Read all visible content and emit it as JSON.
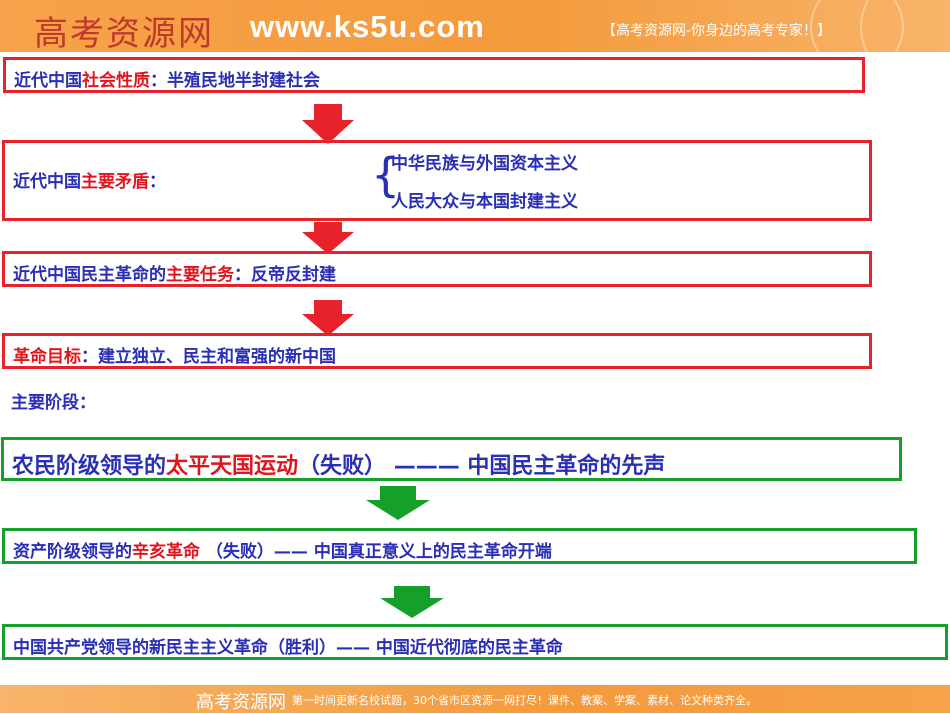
{
  "header": {
    "logo": "高考资源网",
    "site": "www.ks5u.com",
    "slogan": "【高考资源网-你身边的高考专家！】"
  },
  "box1": {
    "a": "近代中国",
    "b": "社会性质",
    "c": "：半殖民地半封建社会"
  },
  "box2": {
    "a": "近代中国",
    "b": "主要矛盾",
    "c": "：",
    "item1": "中华民族与外国资本主义",
    "item2": "人民大众与本国封建主义"
  },
  "box3": {
    "a": "近代中国民主革命的",
    "b": "主要任务",
    "c": "：反帝反封建"
  },
  "box4": {
    "b": "革命目标",
    "c": "：建立独立、民主和富强的新中国"
  },
  "stages_title": "主要阶段：",
  "stage1": {
    "a": "农民阶级领导的",
    "b": "太平天国运动",
    "c": "（失败） ——— 中国民主革命的先声"
  },
  "stage2": {
    "a": "资产阶级领导的",
    "b": "辛亥革命",
    "c": " （失败）—— 中国真正意义上的民主革命开端"
  },
  "stage3": {
    "a": "中国共产党领导的新民主主义革命（胜利）—— 中国近代彻底的民主革命"
  },
  "footer": {
    "logo": "高考资源网",
    "text": "第一时间更新名校试题，30个省市区资源一网打尽！课件、教案、学案、素材、论文种类齐全。"
  },
  "colors": {
    "red": "#e8222b",
    "green": "#15a02a",
    "blue": "#2a2fb3",
    "orange": "#f39a3c"
  }
}
